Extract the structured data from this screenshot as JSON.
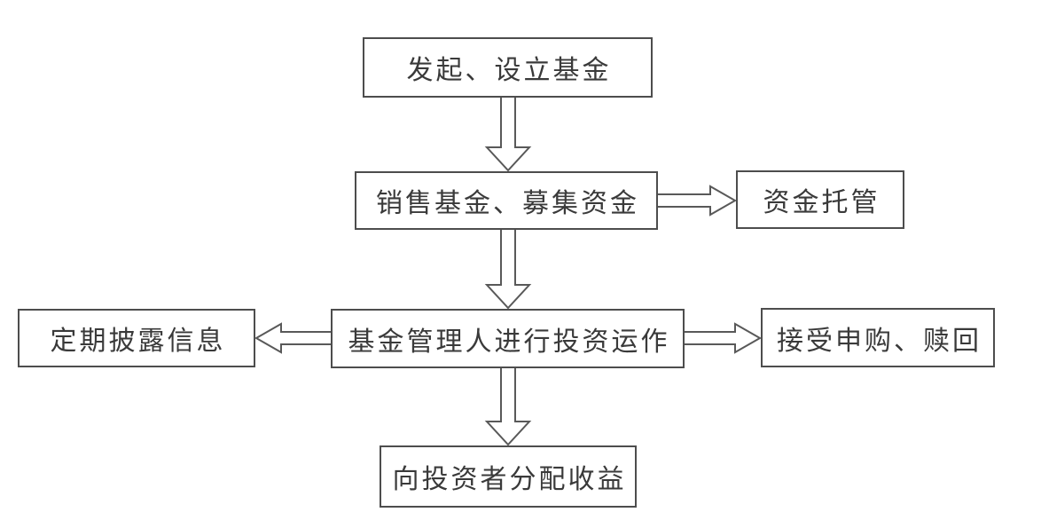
{
  "diagram": {
    "background": "#ffffff",
    "node_border_color": "#4d4d4d",
    "arrow_color": "#595959",
    "text_color": "#3a3a3a",
    "nodes": [
      {
        "id": "initiate",
        "label": "发起、设立基金"
      },
      {
        "id": "sell",
        "label": "销售基金、募集资金"
      },
      {
        "id": "custody",
        "label": "资金托管"
      },
      {
        "id": "disclose",
        "label": "定期披露信息"
      },
      {
        "id": "manage",
        "label": "基金管理人进行投资运作"
      },
      {
        "id": "redeem",
        "label": "接受申购、赎回"
      },
      {
        "id": "distribute",
        "label": "向投资者分配收益"
      }
    ],
    "edges": [
      {
        "from": "initiate",
        "to": "sell",
        "direction": "down"
      },
      {
        "from": "sell",
        "to": "custody",
        "direction": "right"
      },
      {
        "from": "sell",
        "to": "manage",
        "direction": "down"
      },
      {
        "from": "manage",
        "to": "disclose",
        "direction": "left"
      },
      {
        "from": "manage",
        "to": "redeem",
        "direction": "right"
      },
      {
        "from": "manage",
        "to": "distribute",
        "direction": "down"
      }
    ]
  }
}
